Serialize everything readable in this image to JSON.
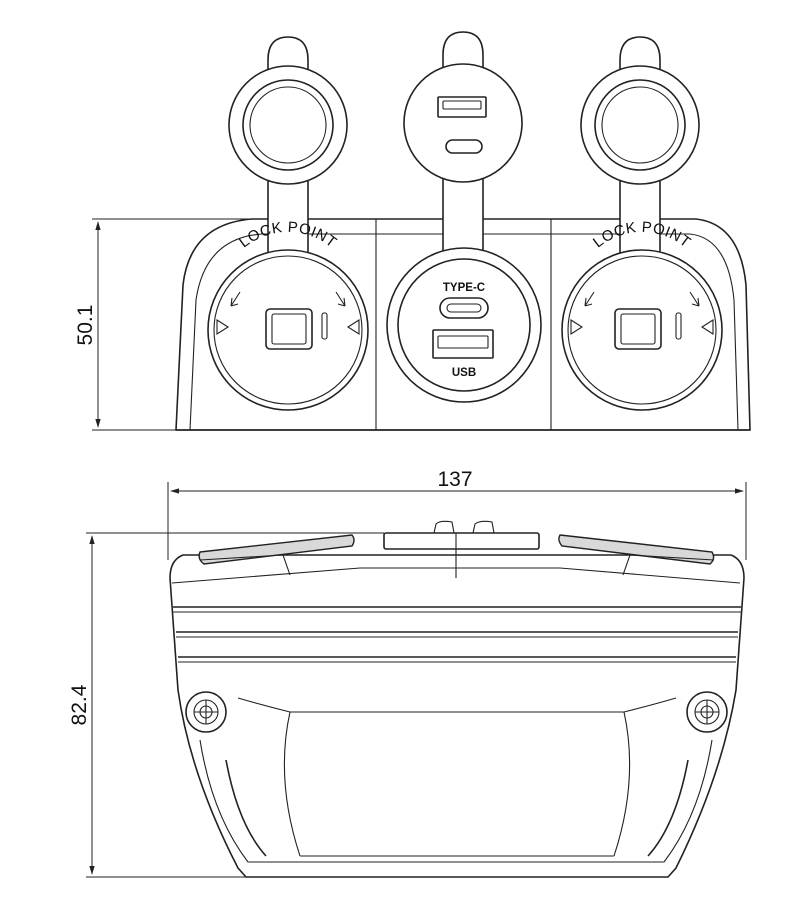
{
  "dimensions": {
    "front_height": "50.1",
    "total_width": "137",
    "bottom_height": "82.4"
  },
  "labels": {
    "lock_point": "LOCK POINT",
    "type_c": "TYPE-C",
    "usb": "USB"
  },
  "line_color": "#222222"
}
